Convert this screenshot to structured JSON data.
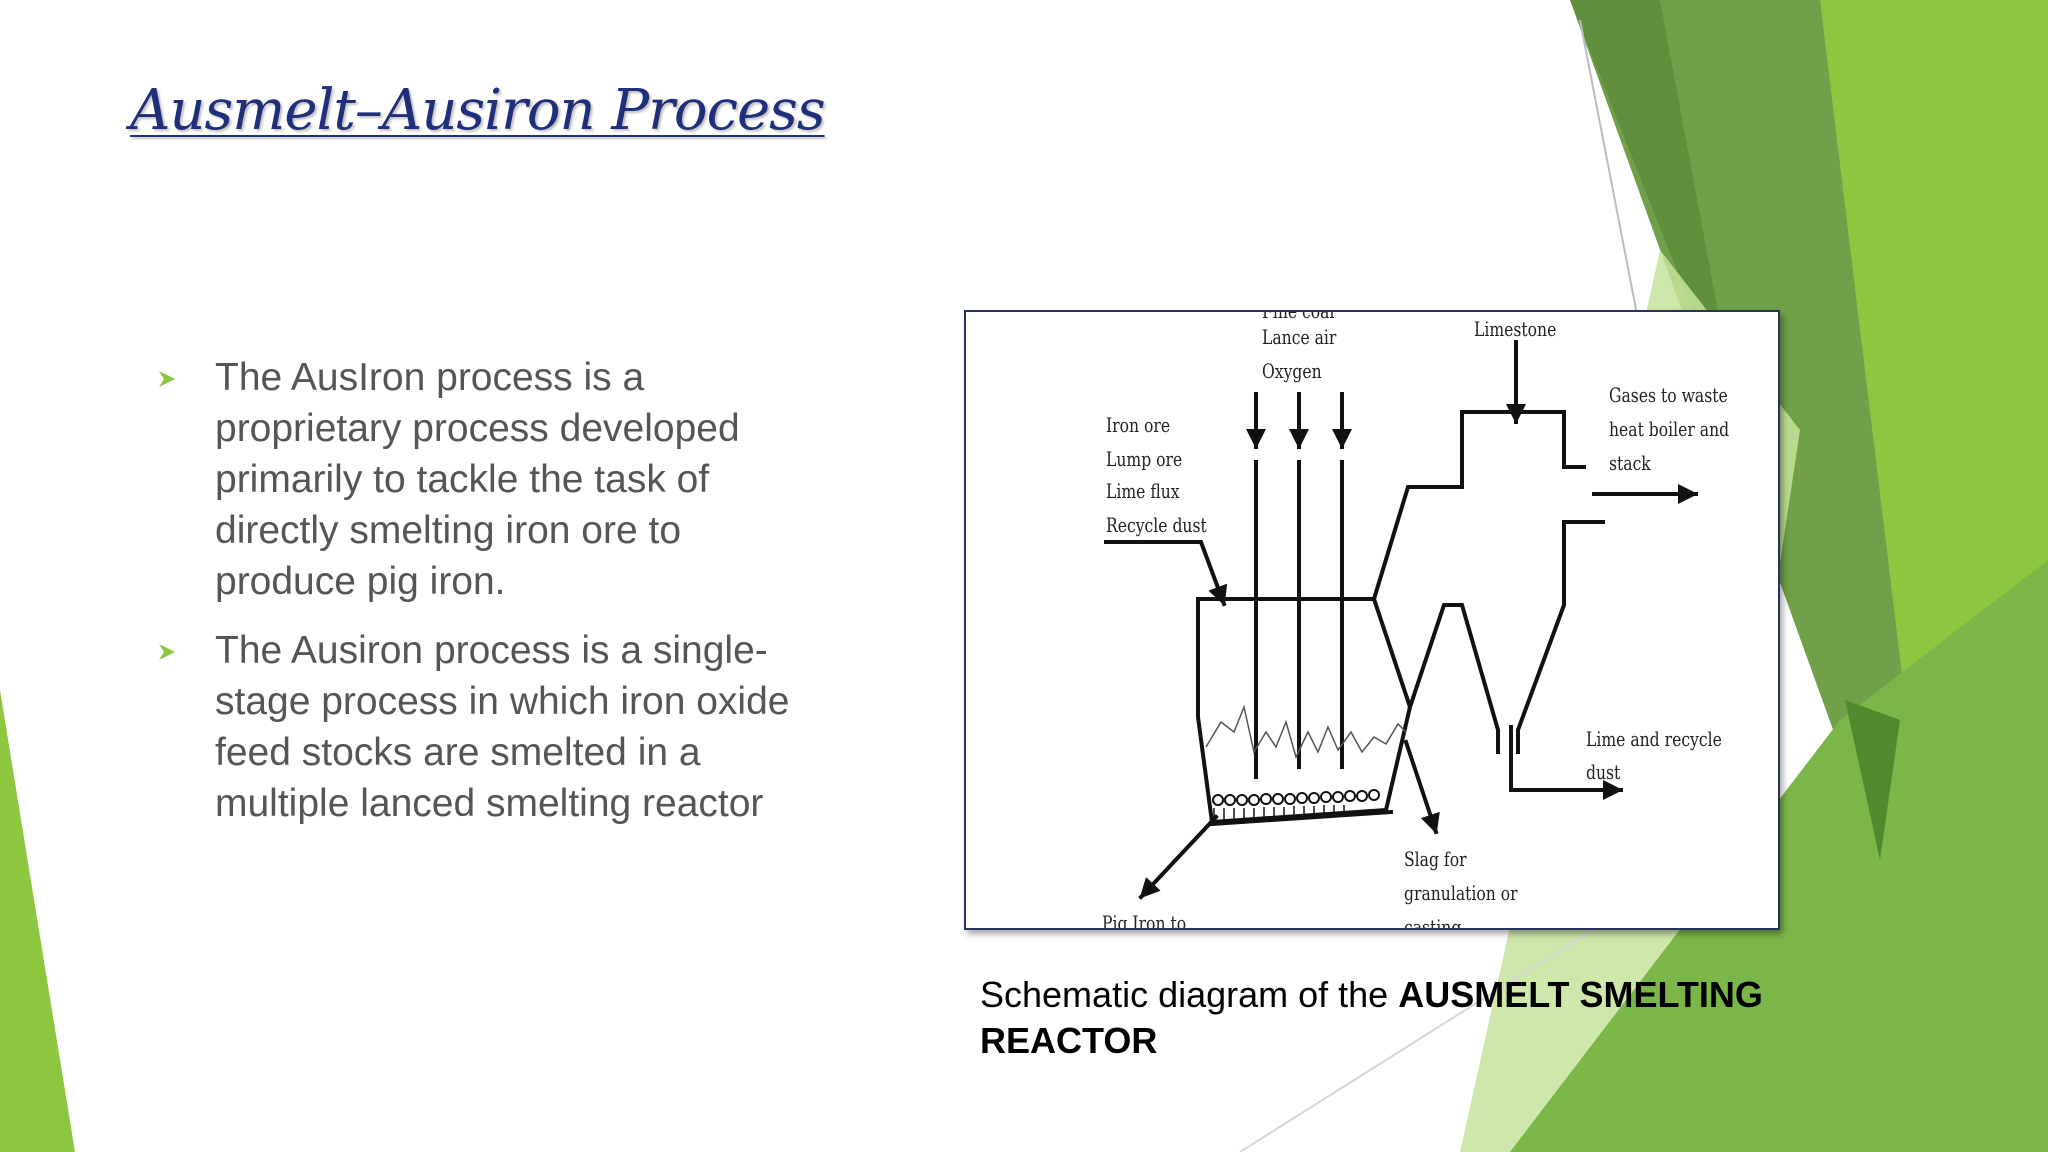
{
  "slide": {
    "title": "Ausmelt–Ausiron Process",
    "bullets": [
      "The AusIron process is a proprietary process developed primarily to tackle the task of directly smelting iron ore to produce pig iron.",
      "The Ausiron process is a single-stage process in which iron oxide feed stocks are smelted in a multiple lanced smelting reactor"
    ],
    "caption_plain": "Schematic diagram of the ",
    "caption_bold": "AUSMELT SMELTING REACTOR",
    "colors": {
      "title": "#1f2f7a",
      "bullet_arrow": "#8dc63f",
      "accent_green": "#8dc63f"
    }
  },
  "diagram": {
    "lance_inputs": [
      "Fine coal",
      "Lance air",
      "Oxygen"
    ],
    "feed_inputs": [
      "Iron ore",
      "Lump ore",
      "Lime flux",
      "Recycle dust"
    ],
    "limestone": "Limestone",
    "gases_out": [
      "Gases to waste",
      "heat boiler and",
      "stack"
    ],
    "lime_recycle": [
      "Lime and recycle",
      "dust"
    ],
    "slag": [
      "Slag for",
      "granulation or",
      "casting"
    ],
    "pig_iron": "Pig Iron to"
  }
}
